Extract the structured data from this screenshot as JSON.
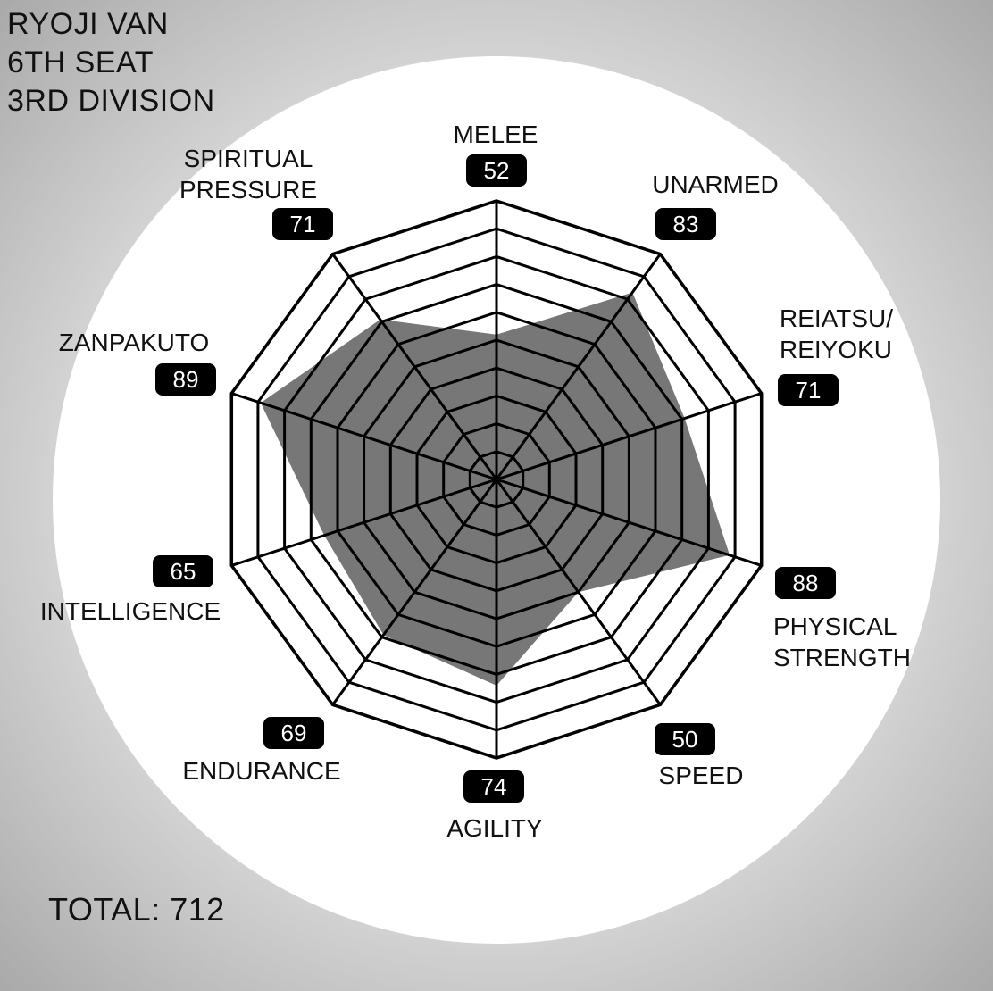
{
  "heading": [
    "RYOJI VAN",
    "6TH SEAT",
    "3RD DIVISION"
  ],
  "total": "TOTAL: 712",
  "colors": {
    "background_circle": "#ffffff",
    "fill": "#777777",
    "grid": "#000000",
    "badge": "#000000",
    "badge_text": "#ffffff"
  },
  "chart_data": {
    "type": "radar",
    "rmax": 100,
    "rings": 10,
    "axes": [
      {
        "label": [
          "MELEE"
        ],
        "value": 52
      },
      {
        "label": [
          "UNARMED"
        ],
        "value": 83
      },
      {
        "label": [
          "REIATSU/",
          "REIYOKU"
        ],
        "value": 71
      },
      {
        "label": [
          "PHYSICAL",
          "STRENGTH"
        ],
        "value": 88
      },
      {
        "label": [
          "SPEED"
        ],
        "value": 50
      },
      {
        "label": [
          "AGILITY"
        ],
        "value": 74
      },
      {
        "label": [
          "ENDURANCE"
        ],
        "value": 69
      },
      {
        "label": [
          "INTELLIGENCE"
        ],
        "value": 65
      },
      {
        "label": [
          "ZANPAKUTO"
        ],
        "value": 89
      },
      {
        "label": [
          "SPIRITUAL",
          "PRESSURE"
        ],
        "value": 71
      }
    ]
  }
}
